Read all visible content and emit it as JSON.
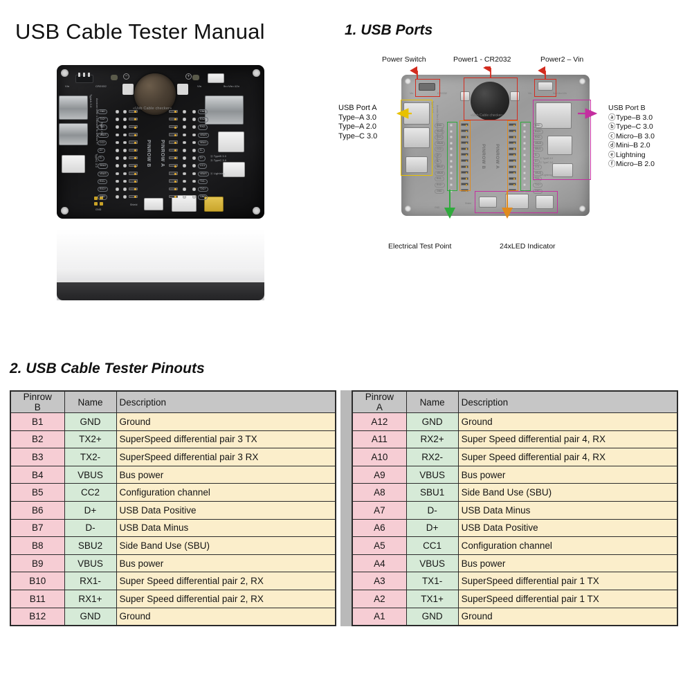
{
  "document": {
    "title": "USB Cable Tester Manual",
    "section1_title": "1. USB Ports",
    "section2_title": "2. USB Cable Tester Pinouts"
  },
  "diagram": {
    "top_labels": [
      "Power Switch",
      "Power1 - CR2032",
      "Power2 – Vin"
    ],
    "bottom_labels": [
      "Electrical Test Point",
      "24xLED Indicator"
    ],
    "port_a": {
      "title": "USB Port A",
      "items": [
        "Type–A 3.0",
        "Type–A 2.0",
        "Type–C 3.0"
      ]
    },
    "port_b": {
      "title": "USB Port B",
      "items": [
        {
          "mark": "ⓐ",
          "label": "Type–B 3.0"
        },
        {
          "mark": "ⓑ",
          "label": "Type–C 3.0"
        },
        {
          "mark": "ⓒ",
          "label": "Micro–B 3.0"
        },
        {
          "mark": "ⓓ",
          "label": "Mini–B 2.0"
        },
        {
          "mark": "ⓔ",
          "label": "Lightning"
        },
        {
          "mark": "ⓕ",
          "label": "Micro–B 2.0"
        }
      ]
    },
    "colors": {
      "power_box": "#d32b1e",
      "port_a_box": "#e8c100",
      "port_b_box": "#c42fa0",
      "test_point_box": "#2faa3c",
      "led_box": "#e08a1e"
    }
  },
  "board_photo": {
    "silkscreen": {
      "vin_left": "Vin",
      "cr2032": "CR2032",
      "vin_right": "Vin",
      "vin_range": "5v=Vin=12v",
      "brand": "«Usb Cable checker»",
      "side_text_1": "TypeA 3.0",
      "side_text_2": "Accsion Over 1 Connect To Device !!!",
      "side_text_3": "TypeA 2.0",
      "side_text_4": "TypeC 3.0",
      "row_b": "PINROW B",
      "row_a": "PINROW A",
      "gnd": "GND",
      "shield": "Shield",
      "port_b_list": [
        "ⓐ TypeB 3.0",
        "ⓑ TypeC 3.0",
        "ⓔ Lightning"
      ]
    },
    "pinrow_b_labels": [
      "GND",
      "TX2+",
      "TX2-",
      "VBUS",
      "CC2",
      "D+",
      "D-",
      "SBU2",
      "VBUS",
      "RX1-",
      "RX1+",
      "GND"
    ],
    "pinrow_a_labels": [
      "GND",
      "RX2+",
      "RX2-",
      "VBUS",
      "SBU1",
      "D-",
      "D+",
      "CC1",
      "VBUS",
      "TX1-",
      "TX1+",
      "GND"
    ]
  },
  "tables": {
    "left": {
      "headers": [
        "Pinrow B",
        "Name",
        "Description"
      ],
      "header_pin_line1": "Pinrow",
      "header_pin_line2": "B",
      "rows": [
        {
          "pin": "B1",
          "name": "GND",
          "desc": "Ground"
        },
        {
          "pin": "B2",
          "name": "TX2+",
          "desc": "SuperSpeed differential pair 3 TX"
        },
        {
          "pin": "B3",
          "name": "TX2-",
          "desc": "SuperSpeed differential pair 3 RX"
        },
        {
          "pin": "B4",
          "name": "VBUS",
          "desc": "Bus power"
        },
        {
          "pin": "B5",
          "name": "CC2",
          "desc": "Configuration channel"
        },
        {
          "pin": "B6",
          "name": "D+",
          "desc": "USB Data Positive"
        },
        {
          "pin": "B7",
          "name": "D-",
          "desc": "USB Data Minus"
        },
        {
          "pin": "B8",
          "name": "SBU2",
          "desc": "Side Band Use (SBU)"
        },
        {
          "pin": "B9",
          "name": "VBUS",
          "desc": "Bus power"
        },
        {
          "pin": "B10",
          "name": "RX1-",
          "desc": "Super Speed differential pair 2, RX"
        },
        {
          "pin": "B11",
          "name": "RX1+",
          "desc": "Super Speed differential pair 2, RX"
        },
        {
          "pin": "B12",
          "name": "GND",
          "desc": "Ground"
        }
      ]
    },
    "right": {
      "headers": [
        "Pinrow A",
        "Name",
        "Description"
      ],
      "header_pin_line1": "Pinrow",
      "header_pin_line2": "A",
      "rows": [
        {
          "pin": "A12",
          "name": "GND",
          "desc": "Ground"
        },
        {
          "pin": "A11",
          "name": "RX2+",
          "desc": "Super Speed differential pair 4, RX"
        },
        {
          "pin": "A10",
          "name": "RX2-",
          "desc": "Super Speed differential pair 4, RX"
        },
        {
          "pin": "A9",
          "name": "VBUS",
          "desc": "Bus power"
        },
        {
          "pin": "A8",
          "name": "SBU1",
          "desc": "Side Band Use (SBU)"
        },
        {
          "pin": "A7",
          "name": "D-",
          "desc": "USB Data Minus"
        },
        {
          "pin": "A6",
          "name": "D+",
          "desc": "USB Data Positive"
        },
        {
          "pin": "A5",
          "name": "CC1",
          "desc": "Configuration channel"
        },
        {
          "pin": "A4",
          "name": "VBUS",
          "desc": "Bus power"
        },
        {
          "pin": "A3",
          "name": "TX1-",
          "desc": "SuperSpeed differential pair 1 TX"
        },
        {
          "pin": "A2",
          "name": "TX1+",
          "desc": "SuperSpeed differential pair 1 TX"
        },
        {
          "pin": "A1",
          "name": "GND",
          "desc": "Ground"
        }
      ]
    }
  }
}
